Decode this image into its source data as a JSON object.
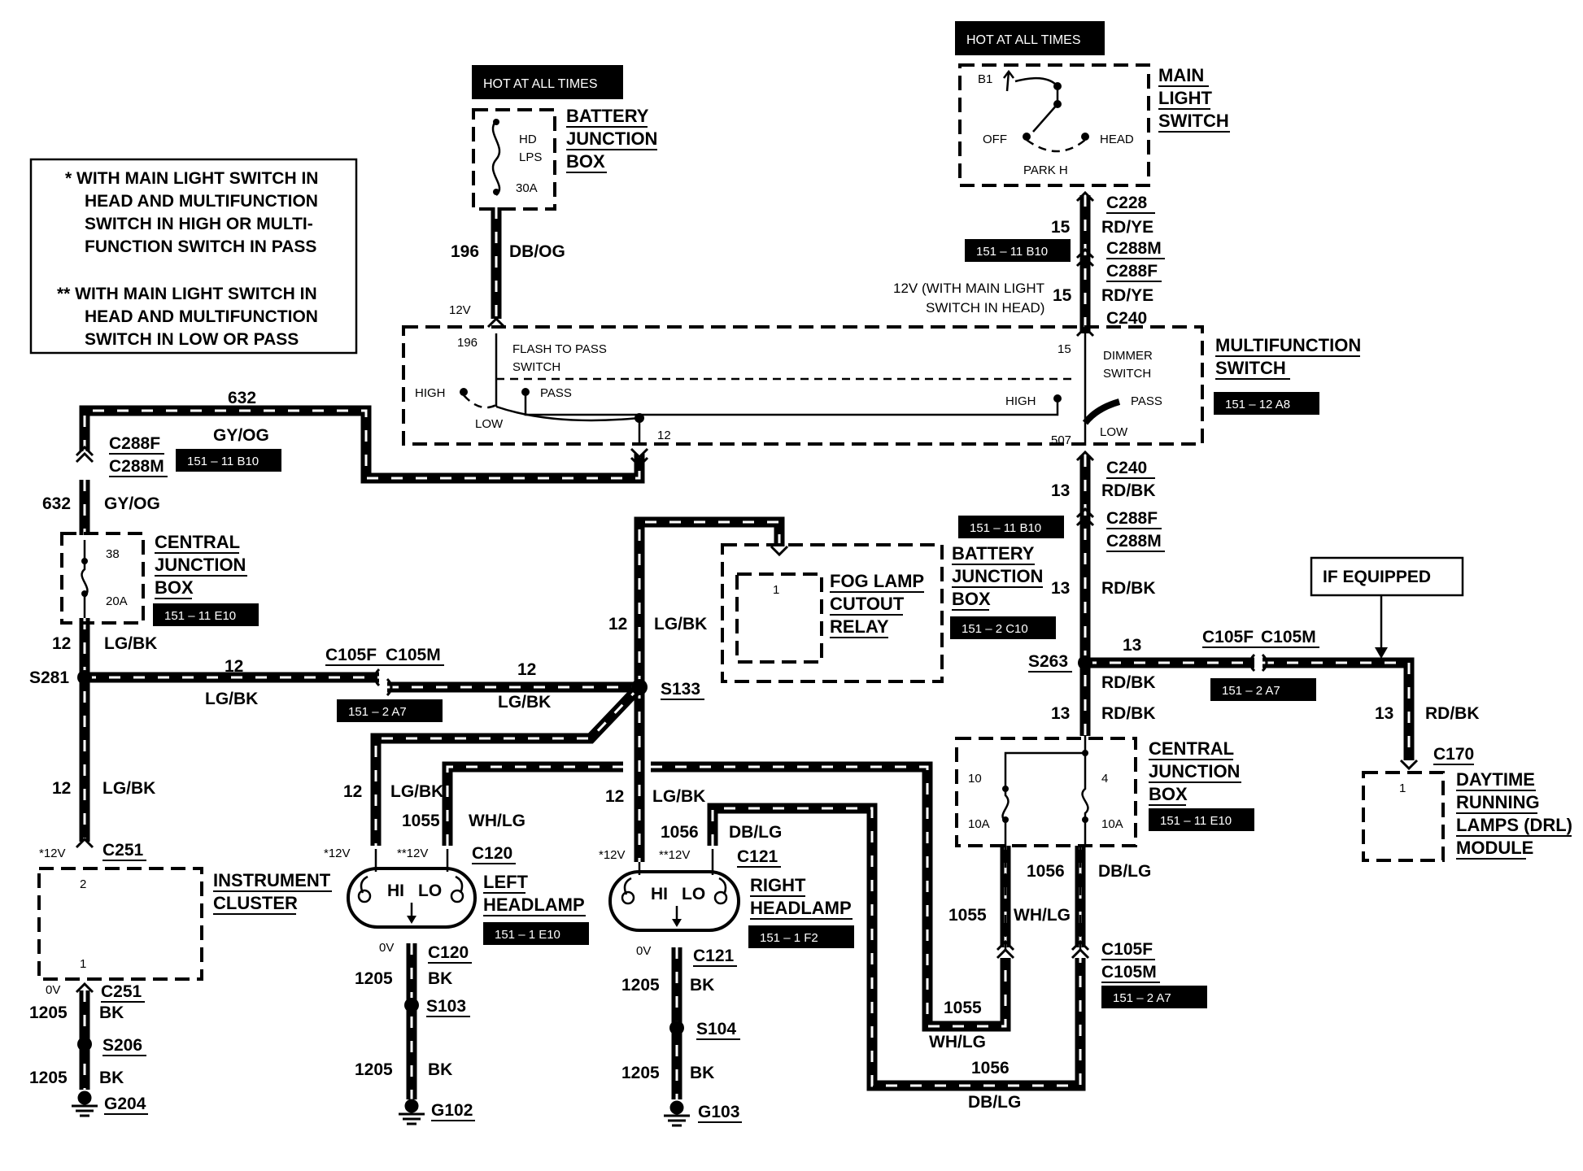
{
  "notes": {
    "single_star": [
      "*  WITH MAIN LIGHT SWITCH IN",
      "HEAD AND MULTIFUNCTION",
      "SWITCH IN HIGH OR MULTI-",
      "FUNCTION SWITCH IN PASS"
    ],
    "double_star": [
      "** WITH MAIN LIGHT SWITCH IN",
      "HEAD AND MULTIFUNCTION",
      "SWITCH IN LOW OR PASS"
    ]
  },
  "hot_labels": {
    "left": "HOT AT ALL TIMES",
    "right": "HOT AT ALL TIMES"
  },
  "components": {
    "battery_jb_top": {
      "title": [
        "BATTERY",
        "JUNCTION",
        "BOX"
      ],
      "fuse_lines": [
        "HD",
        "LPS"
      ],
      "fuse_rating": "30A"
    },
    "main_light_switch": {
      "title": [
        "MAIN",
        "LIGHT",
        "SWITCH"
      ],
      "b1": "B1",
      "off": "OFF",
      "head": "HEAD",
      "park": "PARK H"
    },
    "multifunction_switch": {
      "title": [
        "MULTIFUNCTION",
        "SWITCH"
      ],
      "ref": "151 – 12 A8",
      "flash": [
        "FLASH TO PASS",
        "SWITCH"
      ],
      "dimmer": [
        "DIMMER",
        "SWITCH"
      ],
      "high_l": "HIGH",
      "pass_l": "PASS",
      "low_l": "LOW",
      "high_r": "HIGH",
      "pass_r": "PASS",
      "low_r": "LOW",
      "pin196": "196",
      "pin15": "15",
      "pin12": "12",
      "pin507": "507"
    },
    "central_jb_left": {
      "title": [
        "CENTRAL",
        "JUNCTION",
        "BOX"
      ],
      "ref": "151 – 11 E10",
      "pin": "38",
      "fuse": "20A"
    },
    "fog_lamp_relay": {
      "title": [
        "FOG LAMP",
        "CUTOUT",
        "RELAY"
      ],
      "pin": "1"
    },
    "battery_jb_mid": {
      "title": [
        "BATTERY",
        "JUNCTION",
        "BOX"
      ],
      "ref": "151 – 2 C10"
    },
    "central_jb_right": {
      "title": [
        "CENTRAL",
        "JUNCTION",
        "BOX"
      ],
      "ref": "151 – 11 E10",
      "pin_a": "10",
      "fuse_a": "10A",
      "pin_b": "4",
      "fuse_b": "10A"
    },
    "drl_module": {
      "title": [
        "DAYTIME",
        "RUNNING",
        "LAMPS (DRL)",
        "MODULE"
      ],
      "pin": "1",
      "if_equipped": "IF EQUIPPED"
    },
    "instrument_cluster": {
      "title": [
        "INSTRUMENT",
        "CLUSTER"
      ],
      "pin_top": "2",
      "pin_bottom": "1"
    },
    "left_headlamp": {
      "title": [
        "LEFT",
        "HEADLAMP"
      ],
      "ref": "151 – 1 E10",
      "hi": "HI",
      "lo": "LO"
    },
    "right_headlamp": {
      "title": [
        "RIGHT",
        "HEADLAMP"
      ],
      "ref": "151 – 1 F2",
      "hi": "HI",
      "lo": "LO"
    }
  },
  "refs": {
    "r_c228": "151 – 11 B10",
    "r_c288_left": "151 – 11 B10",
    "r_c288_right": "151 – 11 B10",
    "r_c105_left": "151 – 2 A7",
    "r_c105_drl": "151 – 2 A7",
    "r_c105_bottom": "151 – 2 A7"
  },
  "labels": {
    "w196": "196",
    "c196": "DB/OG",
    "v12_flash": "12V",
    "c228": "C228",
    "w15a": "15",
    "c15a": "RD/YE",
    "c288m_r": "C288M",
    "c288f_r": "C288F",
    "v12_head": "12V (WITH MAIN LIGHT",
    "v12_head2": "SWITCH IN HEAD)",
    "w15b": "15",
    "c15b": "RD/YE",
    "c240_top": "C240",
    "w632_top": "632",
    "c632_top": "GY/OG",
    "c288f_l": "C288F",
    "c288m_l": "C288M",
    "w632_left": "632",
    "c632_left": "GY/OG",
    "c240_bot": "C240",
    "w13a": "13",
    "c13a": "RD/BK",
    "c288f_r2": "C288F",
    "c288m_r2": "C288M",
    "w13b": "13",
    "c13b": "RD/BK",
    "s263": "S263",
    "w13c": "13",
    "c13c": "RD/BK",
    "w13d": "13",
    "c13d": "RD/BK",
    "c105f_drl": "C105F",
    "c105m_drl": "C105M",
    "w13e": "13",
    "c13e": "RD/BK",
    "c170": "C170",
    "w12_cjb": "12",
    "c12_cjb": "LG/BK",
    "s281": "S281",
    "w12_h1": "12",
    "c12_h1": "LG/BK",
    "w12_h2": "12",
    "c12_h2": "LG/BK",
    "c105f_l": "C105F",
    "c105m_l": "C105M",
    "s133": "S133",
    "w12_fog": "12",
    "c12_fog": "LG/BK",
    "w12_ic": "12",
    "c12_ic": "LG/BK",
    "v12_ic": "*12V",
    "c251_top": "C251",
    "v0_ic": "0V",
    "c251_bot": "C251",
    "w1205_ic": "1205",
    "c1205_ic": "BK",
    "s206": "S206",
    "w1205_ic2": "1205",
    "c1205_ic2": "BK",
    "g204": "G204",
    "w12_lh": "12",
    "c12_lh": "LG/BK",
    "w1055_lh": "1055",
    "c1055_lh": "WH/LG",
    "v12_lh1": "*12V",
    "v12_lh2": "**12V",
    "c120": "C120",
    "v0_lh": "0V",
    "c120_b": "C120",
    "w1205_lh": "1205",
    "c1205_lh": "BK",
    "s103": "S103",
    "w1205_lh2": "1205",
    "c1205_lh2": "BK",
    "g102": "G102",
    "w12_rh": "12",
    "c12_rh": "LG/BK",
    "w1056_rh": "1056",
    "c1056_rh": "DB/LG",
    "v12_rh1": "*12V",
    "v12_rh2": "**12V",
    "c121": "C121",
    "v0_rh": "0V",
    "c121_b": "C121",
    "w1205_rh": "1205",
    "c1205_rh": "BK",
    "s104": "S104",
    "w1205_rh2": "1205",
    "c1205_rh2": "BK",
    "g103": "G103",
    "w1056_cjb": "1056",
    "c1056_cjb": "DB/LG",
    "w1055_cjb": "1055",
    "c1055_cjb": "WH/LG",
    "c105f_b": "C105F",
    "c105m_b": "C105M",
    "w1055_bot": "1055",
    "c1055_bot": "WH/LG",
    "w1056_bot": "1056",
    "c1056_bot": "DB/LG"
  }
}
